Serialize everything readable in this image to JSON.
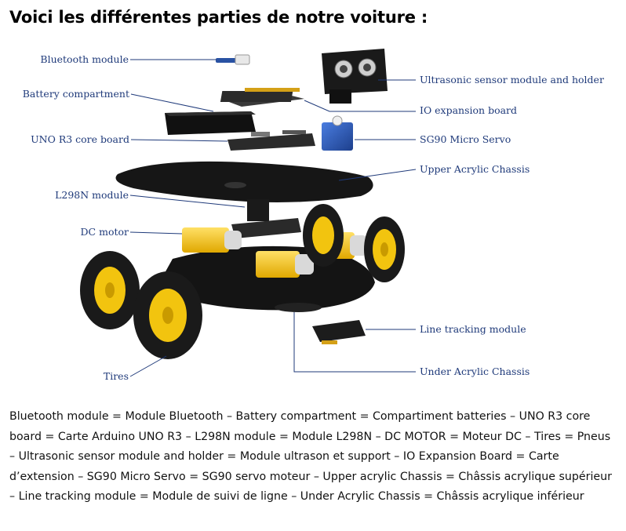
{
  "title": "Voici les différentes parties de notre voiture :",
  "labels": {
    "bluetooth": "Bluetooth module",
    "battery": "Battery compartment",
    "uno": "UNO R3 core board",
    "l298n": "L298N module",
    "dcmotor": "DC motor",
    "tires": "Tires",
    "ultrasonic": "Ultrasonic sensor module and holder",
    "io": "IO expansion board",
    "servo": "SG90 Micro Servo",
    "upper": "Upper Acrylic Chassis",
    "line": "Line tracking module",
    "under": "Under Acrylic Chassis"
  },
  "caption": "Bluetooth module = Module Bluetooth – Battery compartment = Compartiment batteries – UNO R3 core board = Carte Arduino UNO R3 – L298N module = Module L298N – DC MOTOR = Moteur DC – Tires = Pneus – Ultrasonic sensor module and holder = Module ultrason et support – IO Expansion Board = Carte d’extension – SG90 Micro Servo = SG90 servo moteur – Upper acrylic Chassis = Châssis acrylique supérieur – Line tracking module = Module de suivi de ligne – Under Acrylic Chassis = Châssis acrylique inférieur",
  "colors": {
    "label": "#1f3a7a",
    "tire": "#1a1a1a",
    "hub": "#f2c40f",
    "motor": "#f5c518",
    "chassis": "#1c1c1c",
    "servo": "#2a5ab8",
    "pcb": "#2b2b2b"
  }
}
